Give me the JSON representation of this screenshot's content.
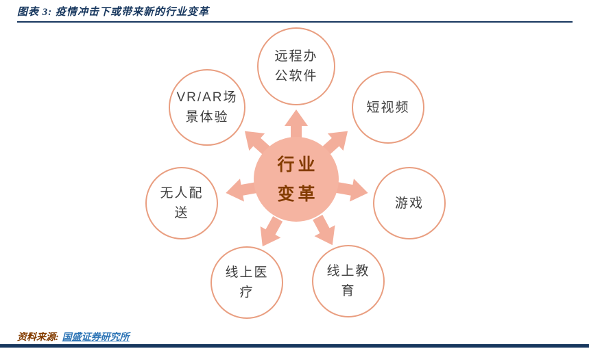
{
  "header": {
    "title": "图表 3: 疫情冲击下或带来新的行业变革"
  },
  "diagram": {
    "center": {
      "line1": "行业",
      "line2": "变革"
    },
    "nodes": {
      "remote_office": {
        "line1": "远程办",
        "line2": "公软件"
      },
      "vr_ar": {
        "line1": "VR/AR场",
        "line2": "景体验"
      },
      "short_video": {
        "line1": "短视频"
      },
      "games": {
        "line1": "游戏"
      },
      "online_education": {
        "line1": "线上教",
        "line2": "育"
      },
      "online_medical": {
        "line1": "线上医",
        "line2": "疗"
      },
      "unmanned_delivery": {
        "line1": "无人配",
        "line2": "送"
      }
    }
  },
  "footer": {
    "source_label": "资料来源:",
    "source_link": "国盛证券研究所"
  },
  "colors": {
    "navy_accent": "#17375E",
    "salmon_fill": "#F5B4A1",
    "salmon_arrow": "#F3AE9B",
    "circle_stroke": "#E99E80",
    "center_text": "#833C00",
    "source_label": "#833C00",
    "link_blue": "#2E75B6",
    "node_text": "#3F3F3F"
  }
}
